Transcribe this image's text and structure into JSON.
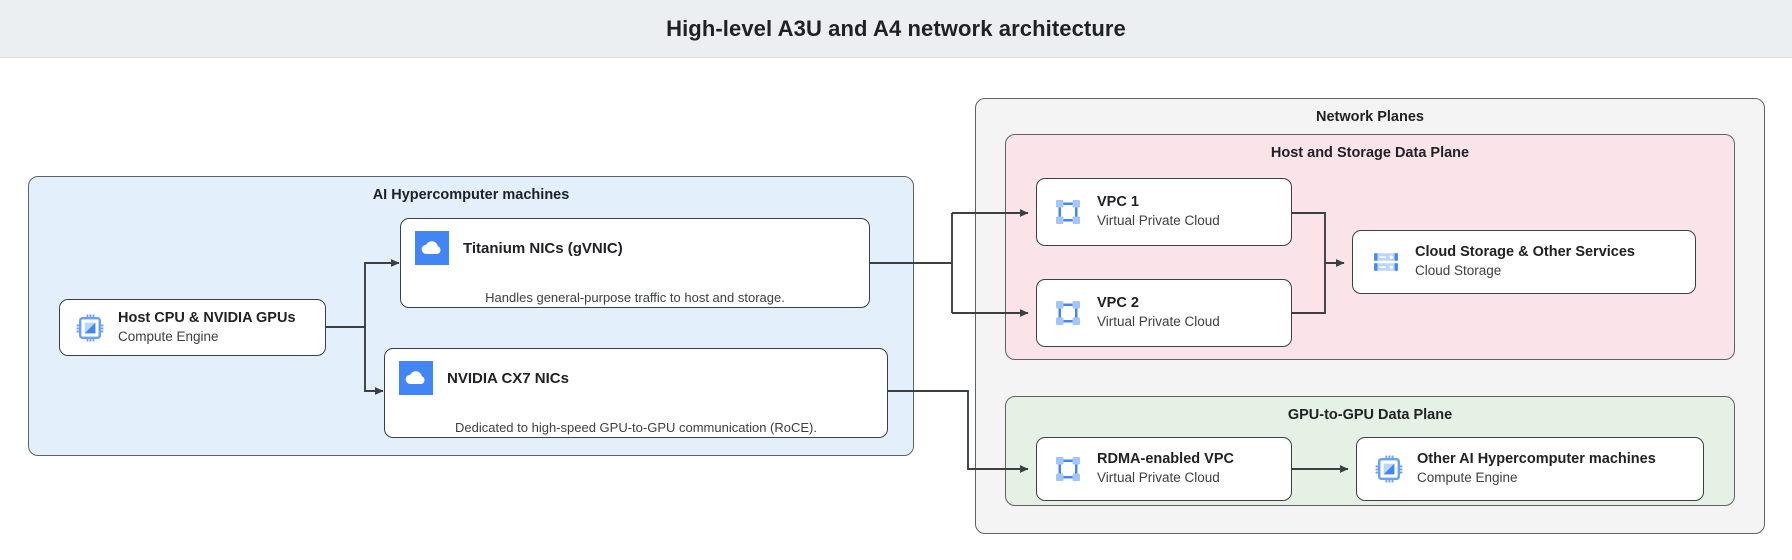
{
  "header": {
    "title": "High-level A3U and A4 network architecture"
  },
  "groups": {
    "hypercomputer": "AI Hypercomputer machines",
    "network_planes": "Network Planes",
    "host_storage_plane": "Host and Storage Data Plane",
    "gpu_plane": "GPU-to-GPU Data Plane"
  },
  "cards": {
    "host_cpu": {
      "title": "Host CPU & NVIDIA GPUs",
      "subtitle": "Compute Engine",
      "icon": "cpu-chip-icon"
    },
    "titanium": {
      "title": "Titanium NICs (gVNIC)",
      "caption": "Handles general-purpose traffic to host and storage.",
      "icon": "cloud-icon"
    },
    "cx7": {
      "title": "NVIDIA CX7 NICs",
      "caption": "Dedicated to high-speed GPU-to-GPU communication (RoCE).",
      "icon": "cloud-icon"
    },
    "vpc1": {
      "title": "VPC 1",
      "subtitle": "Virtual Private Cloud",
      "icon": "vpc-icon"
    },
    "vpc2": {
      "title": "VPC 2",
      "subtitle": "Virtual Private Cloud",
      "icon": "vpc-icon"
    },
    "storage": {
      "title": "Cloud Storage & Other Services",
      "subtitle": "Cloud Storage",
      "icon": "cloud-storage-icon"
    },
    "rdma_vpc": {
      "title": "RDMA-enabled VPC",
      "subtitle": "Virtual Private Cloud",
      "icon": "vpc-icon"
    },
    "other_machines": {
      "title": "Other AI Hypercomputer machines",
      "subtitle": "Compute Engine",
      "icon": "cpu-chip-icon"
    }
  },
  "colors": {
    "header_bg": "#eceff1",
    "hypercomputer_bg": "#e3f0fb",
    "planes_bg": "#f4f4f4",
    "host_storage_bg": "#fae4ea",
    "gpu_plane_bg": "#e4f1e4",
    "icon_blue": "#4285f4",
    "icon_blue_light": "#a3c5f7",
    "stroke": "#3c4043"
  }
}
